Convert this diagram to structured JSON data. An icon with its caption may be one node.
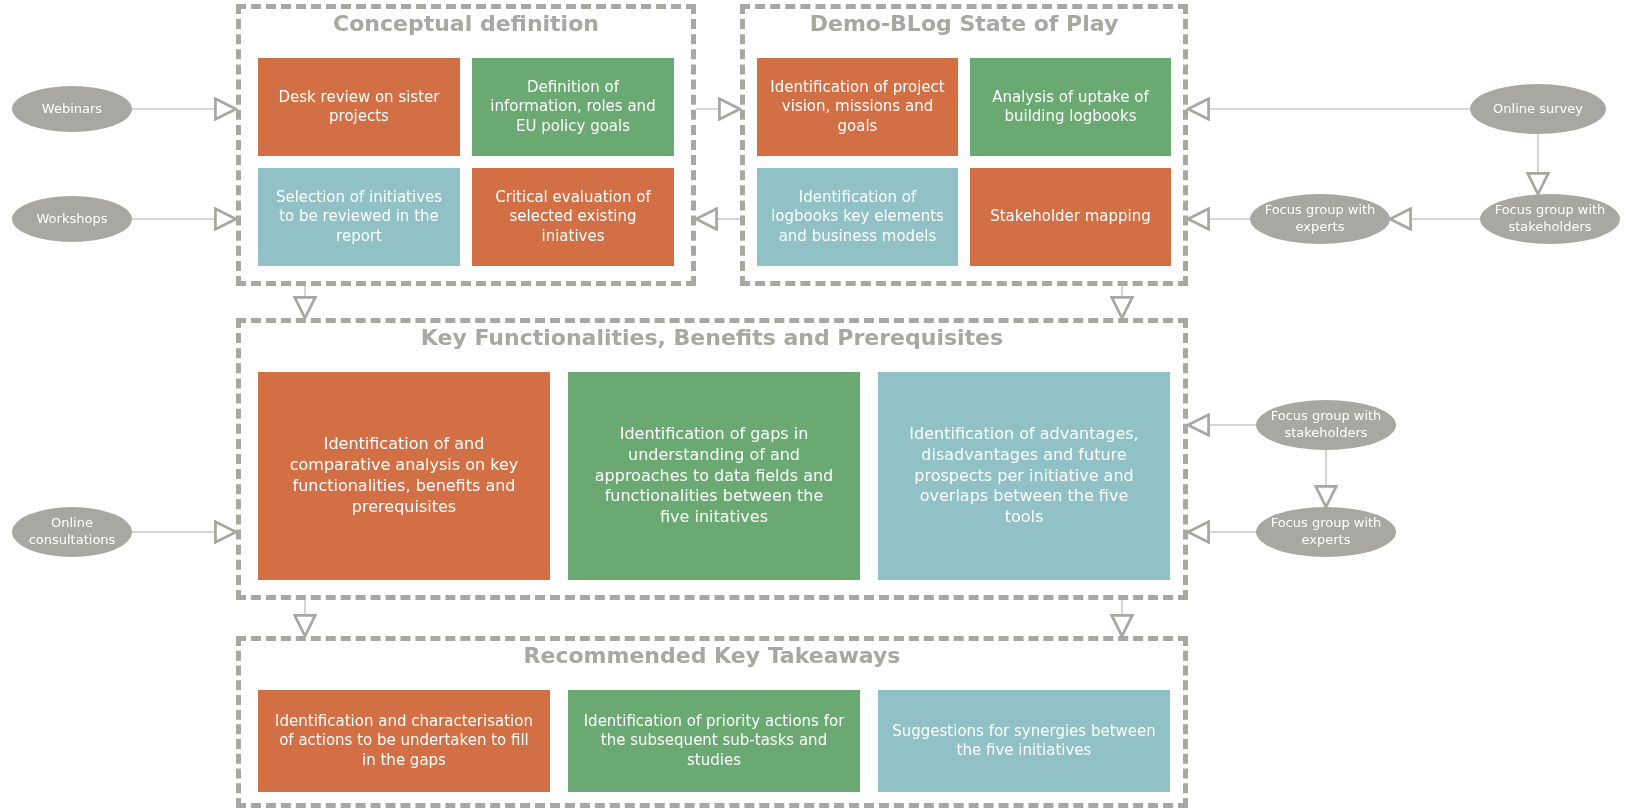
{
  "diagram": {
    "nodes": [
      {
        "text": [
          "Conceptual definition"
        ]
      },
      {
        "text": [
          "Desk review on sister projects"
        ],
        "in": 0
      },
      {
        "text": [
          "Definition of information, roles and EU policy goals"
        ],
        "in": 0
      },
      {
        "text": [
          "Selection of initiatives to be reviewed in the report"
        ],
        "in": 0
      },
      {
        "text": [
          "Critical evaluation of selected existing iniatives"
        ],
        "in": 0
      },
      {
        "text": [
          "Demo-BLog State of Play"
        ]
      },
      {
        "text": [
          "Identification of project vision, missions and goals"
        ],
        "in": 5
      },
      {
        "text": [
          "Analysis of uptake of building logbooks"
        ],
        "in": 5
      },
      {
        "text": [
          "Identification of logbooks key elements and business models"
        ],
        "in": 5
      },
      {
        "text": [
          "Stakeholder mapping"
        ],
        "in": 5
      },
      {
        "text": [
          "Key Functionalities, Benefits and Prerequisites"
        ]
      },
      {
        "text": [
          "Identification of and comparative analysis on key functionalities, benefits and prerequisites"
        ],
        "in": 10
      },
      {
        "text": [
          "Identification of gaps in understanding of and approaches to data fields and functionalities between the five initatives"
        ],
        "in": 10
      },
      {
        "text": [
          "Identification of advantages, disadvantages and future prospects per initiative and overlaps between the five tools"
        ],
        "in": 10
      },
      {
        "text": [
          "Recommended Key Takeaways"
        ]
      },
      {
        "text": [
          "Identification and characterisation of actions to be undertaken to fill in the gaps"
        ],
        "in": 14
      },
      {
        "text": [
          "Identification of priority actions for the subsequent sub-tasks and studies"
        ],
        "in": 14
      },
      {
        "text": [
          "Suggestions for synergies between the five initiatives"
        ],
        "in": 14
      },
      {
        "text": [
          "Webinars"
        ]
      },
      {
        "text": [
          "Workshops"
        ]
      },
      {
        "text": [
          "Online survey"
        ]
      },
      {
        "text": [
          "Focus group with experts"
        ]
      },
      {
        "text": [
          "Focus group with stakeholders"
        ]
      },
      {
        "text": [
          "Online consultations"
        ]
      },
      {
        "text": [
          "Focus group with stakeholders"
        ]
      },
      {
        "text": [
          "Focus group with experts"
        ]
      }
    ],
    "edges": [
      {
        "from": 18,
        "to": 0,
        "arrow": "to"
      },
      {
        "from": 19,
        "to": 0,
        "arrow": "to"
      },
      {
        "from": 0,
        "to": 5,
        "arrow": "to"
      },
      {
        "from": 5,
        "to": 0,
        "arrow": "to"
      },
      {
        "from": 20,
        "to": 5,
        "arrow": "to"
      },
      {
        "from": 20,
        "to": 22,
        "arrow": "to"
      },
      {
        "from": 22,
        "to": 21,
        "arrow": "to"
      },
      {
        "from": 21,
        "to": 5,
        "arrow": "to"
      },
      {
        "from": 0,
        "to": 10,
        "arrow": "to"
      },
      {
        "from": 5,
        "to": 10,
        "arrow": "to"
      },
      {
        "from": 23,
        "to": 10,
        "arrow": "to"
      },
      {
        "from": 24,
        "to": 10,
        "arrow": "to"
      },
      {
        "from": 24,
        "to": 25,
        "arrow": "to"
      },
      {
        "from": 25,
        "to": 10,
        "arrow": "to"
      },
      {
        "from": 10,
        "to": 14,
        "arrow": "to"
      },
      {
        "from": 10,
        "to": 14,
        "arrow": "to"
      }
    ]
  }
}
